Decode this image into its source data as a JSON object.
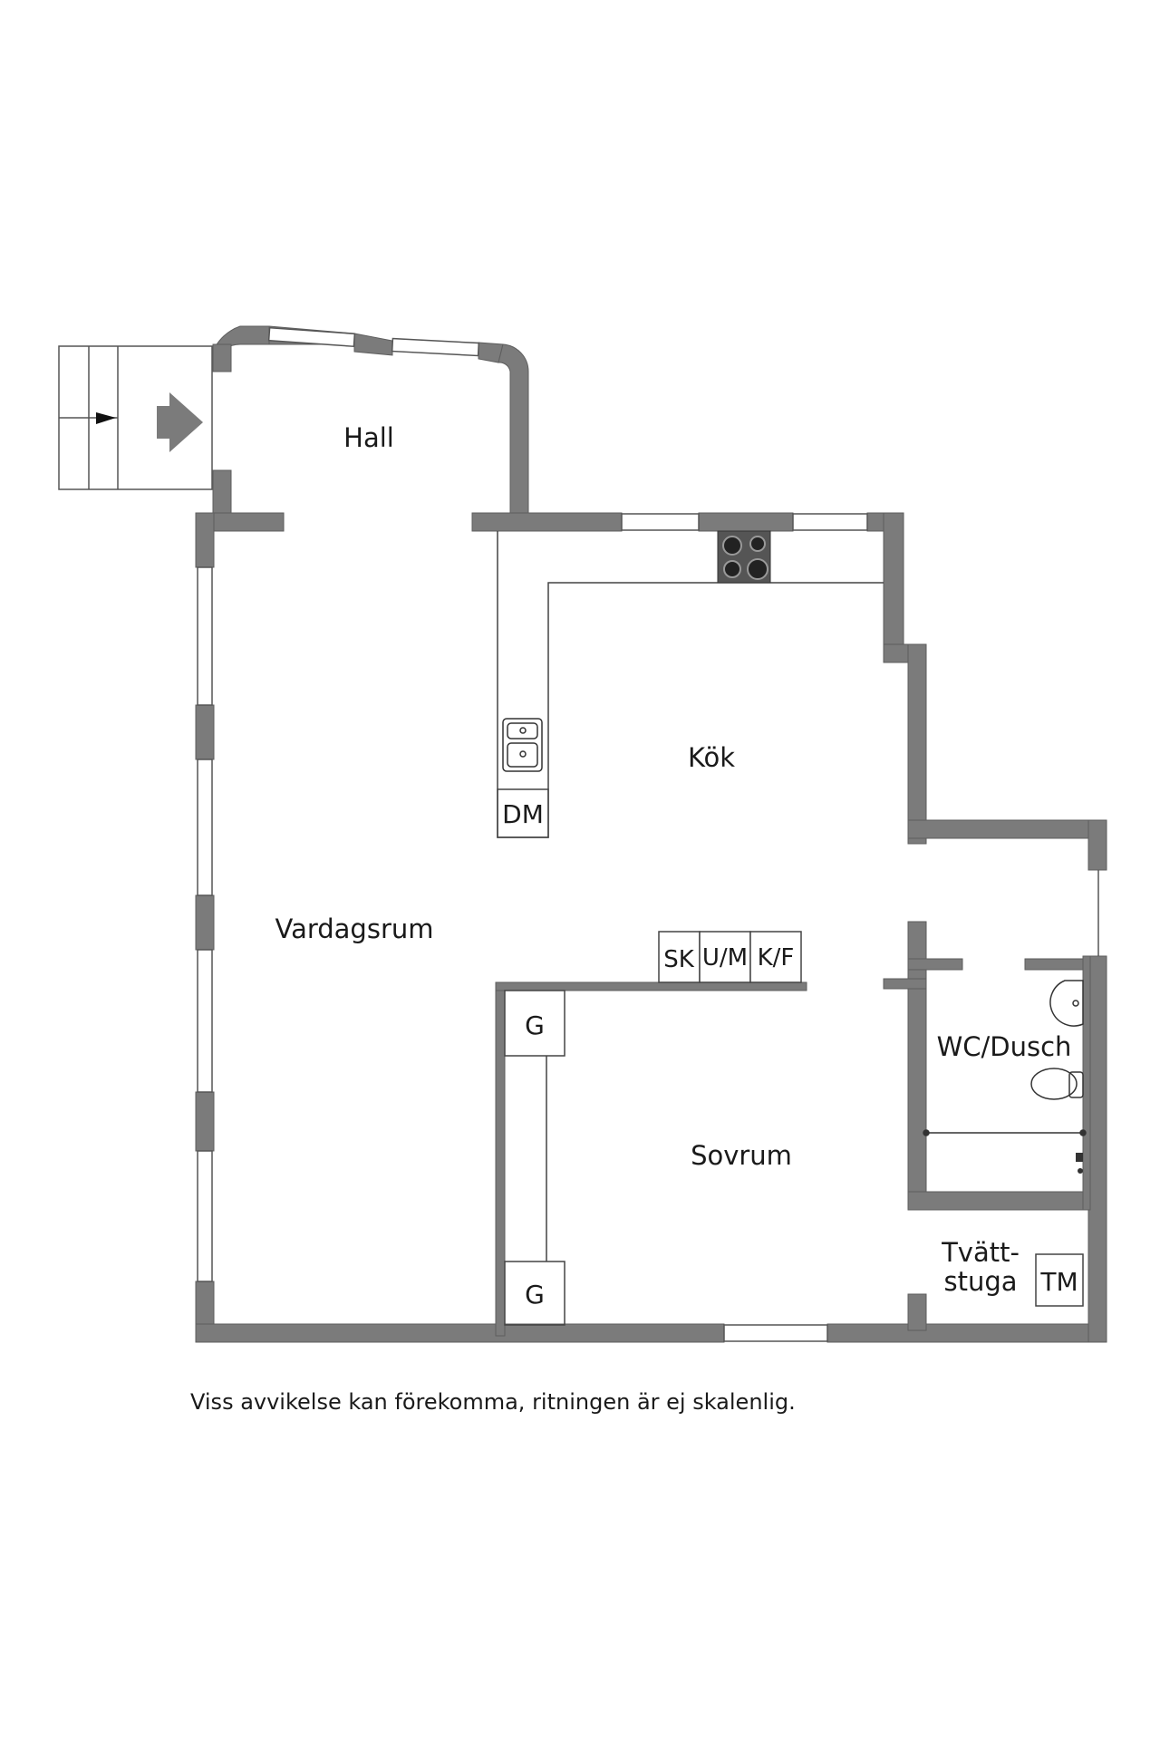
{
  "rooms": {
    "hall": "Hall",
    "kok": "Kök",
    "vardagsrum": "Vardagsrum",
    "sovrum": "Sovrum",
    "wc_dusch": "WC/Dusch",
    "tvattstuga_line1": "Tvätt-",
    "tvattstuga_line2": "stuga"
  },
  "fixtures": {
    "dishwasher": "DM",
    "cabinet_sk": "SK",
    "cabinet_um": "U/M",
    "cabinet_kf": "K/F",
    "wardrobe_top": "G",
    "wardrobe_bottom": "G",
    "washer": "TM"
  },
  "disclaimer": "Viss avvikelse kan förekomma, ritningen är ej skalenlig.",
  "colors": {
    "wall": "#7b7b7b",
    "wall_outline": "#5e5e5e",
    "line": "#333333",
    "background": "#ffffff"
  }
}
